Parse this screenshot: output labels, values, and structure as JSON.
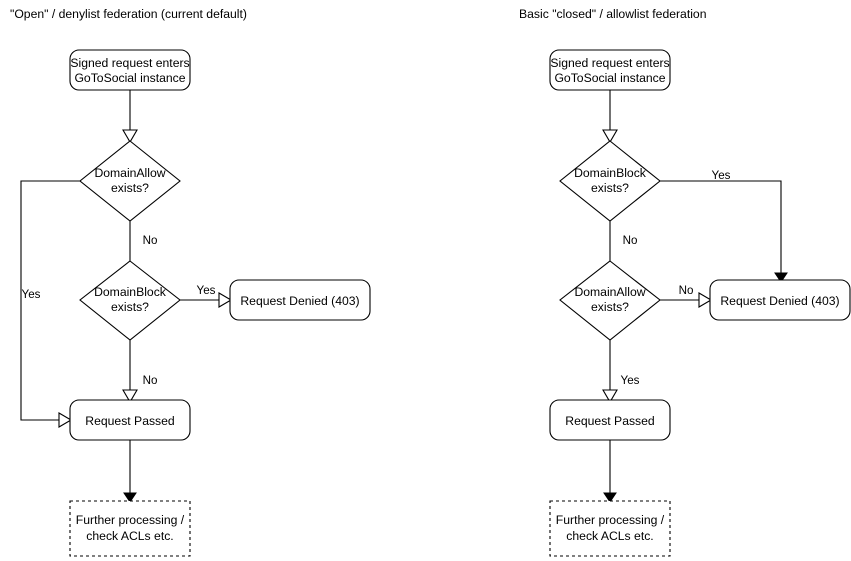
{
  "diagram": {
    "title_left": "\"Open\" / denylist federation (current default)",
    "title_right": "Basic \"closed\" / allowlist federation",
    "panels": [
      {
        "id": "open-denylist",
        "title": "\"Open\" / denylist federation (current default)",
        "nodes": {
          "start_line1": "Signed request enters",
          "start_line2": "GoToSocial instance",
          "decision1_line1": "DomainAllow",
          "decision1_line2": "exists?",
          "decision2_line1": "DomainBlock",
          "decision2_line2": "exists?",
          "denied": "Request Denied (403)",
          "passed": "Request Passed",
          "further_line1": "Further processing /",
          "further_line2": "check ACLs etc."
        },
        "edges": {
          "allow_yes": "Yes",
          "allow_no": "No",
          "block_yes": "Yes",
          "block_no": "No"
        }
      },
      {
        "id": "closed-allowlist",
        "title": "Basic \"closed\" / allowlist federation",
        "nodes": {
          "start_line1": "Signed request enters",
          "start_line2": "GoToSocial instance",
          "decision1_line1": "DomainBlock",
          "decision1_line2": "exists?",
          "decision2_line1": "DomainAllow",
          "decision2_line2": "exists?",
          "denied": "Request Denied (403)",
          "passed": "Request Passed",
          "further_line1": "Further processing /",
          "further_line2": "check ACLs etc."
        },
        "edges": {
          "block_yes": "Yes",
          "block_no": "No",
          "allow_no": "No",
          "allow_yes": "Yes"
        }
      }
    ],
    "colors": {
      "stroke": "#000000",
      "fill": "#ffffff",
      "text": "#000000",
      "background": "#ffffff"
    }
  }
}
